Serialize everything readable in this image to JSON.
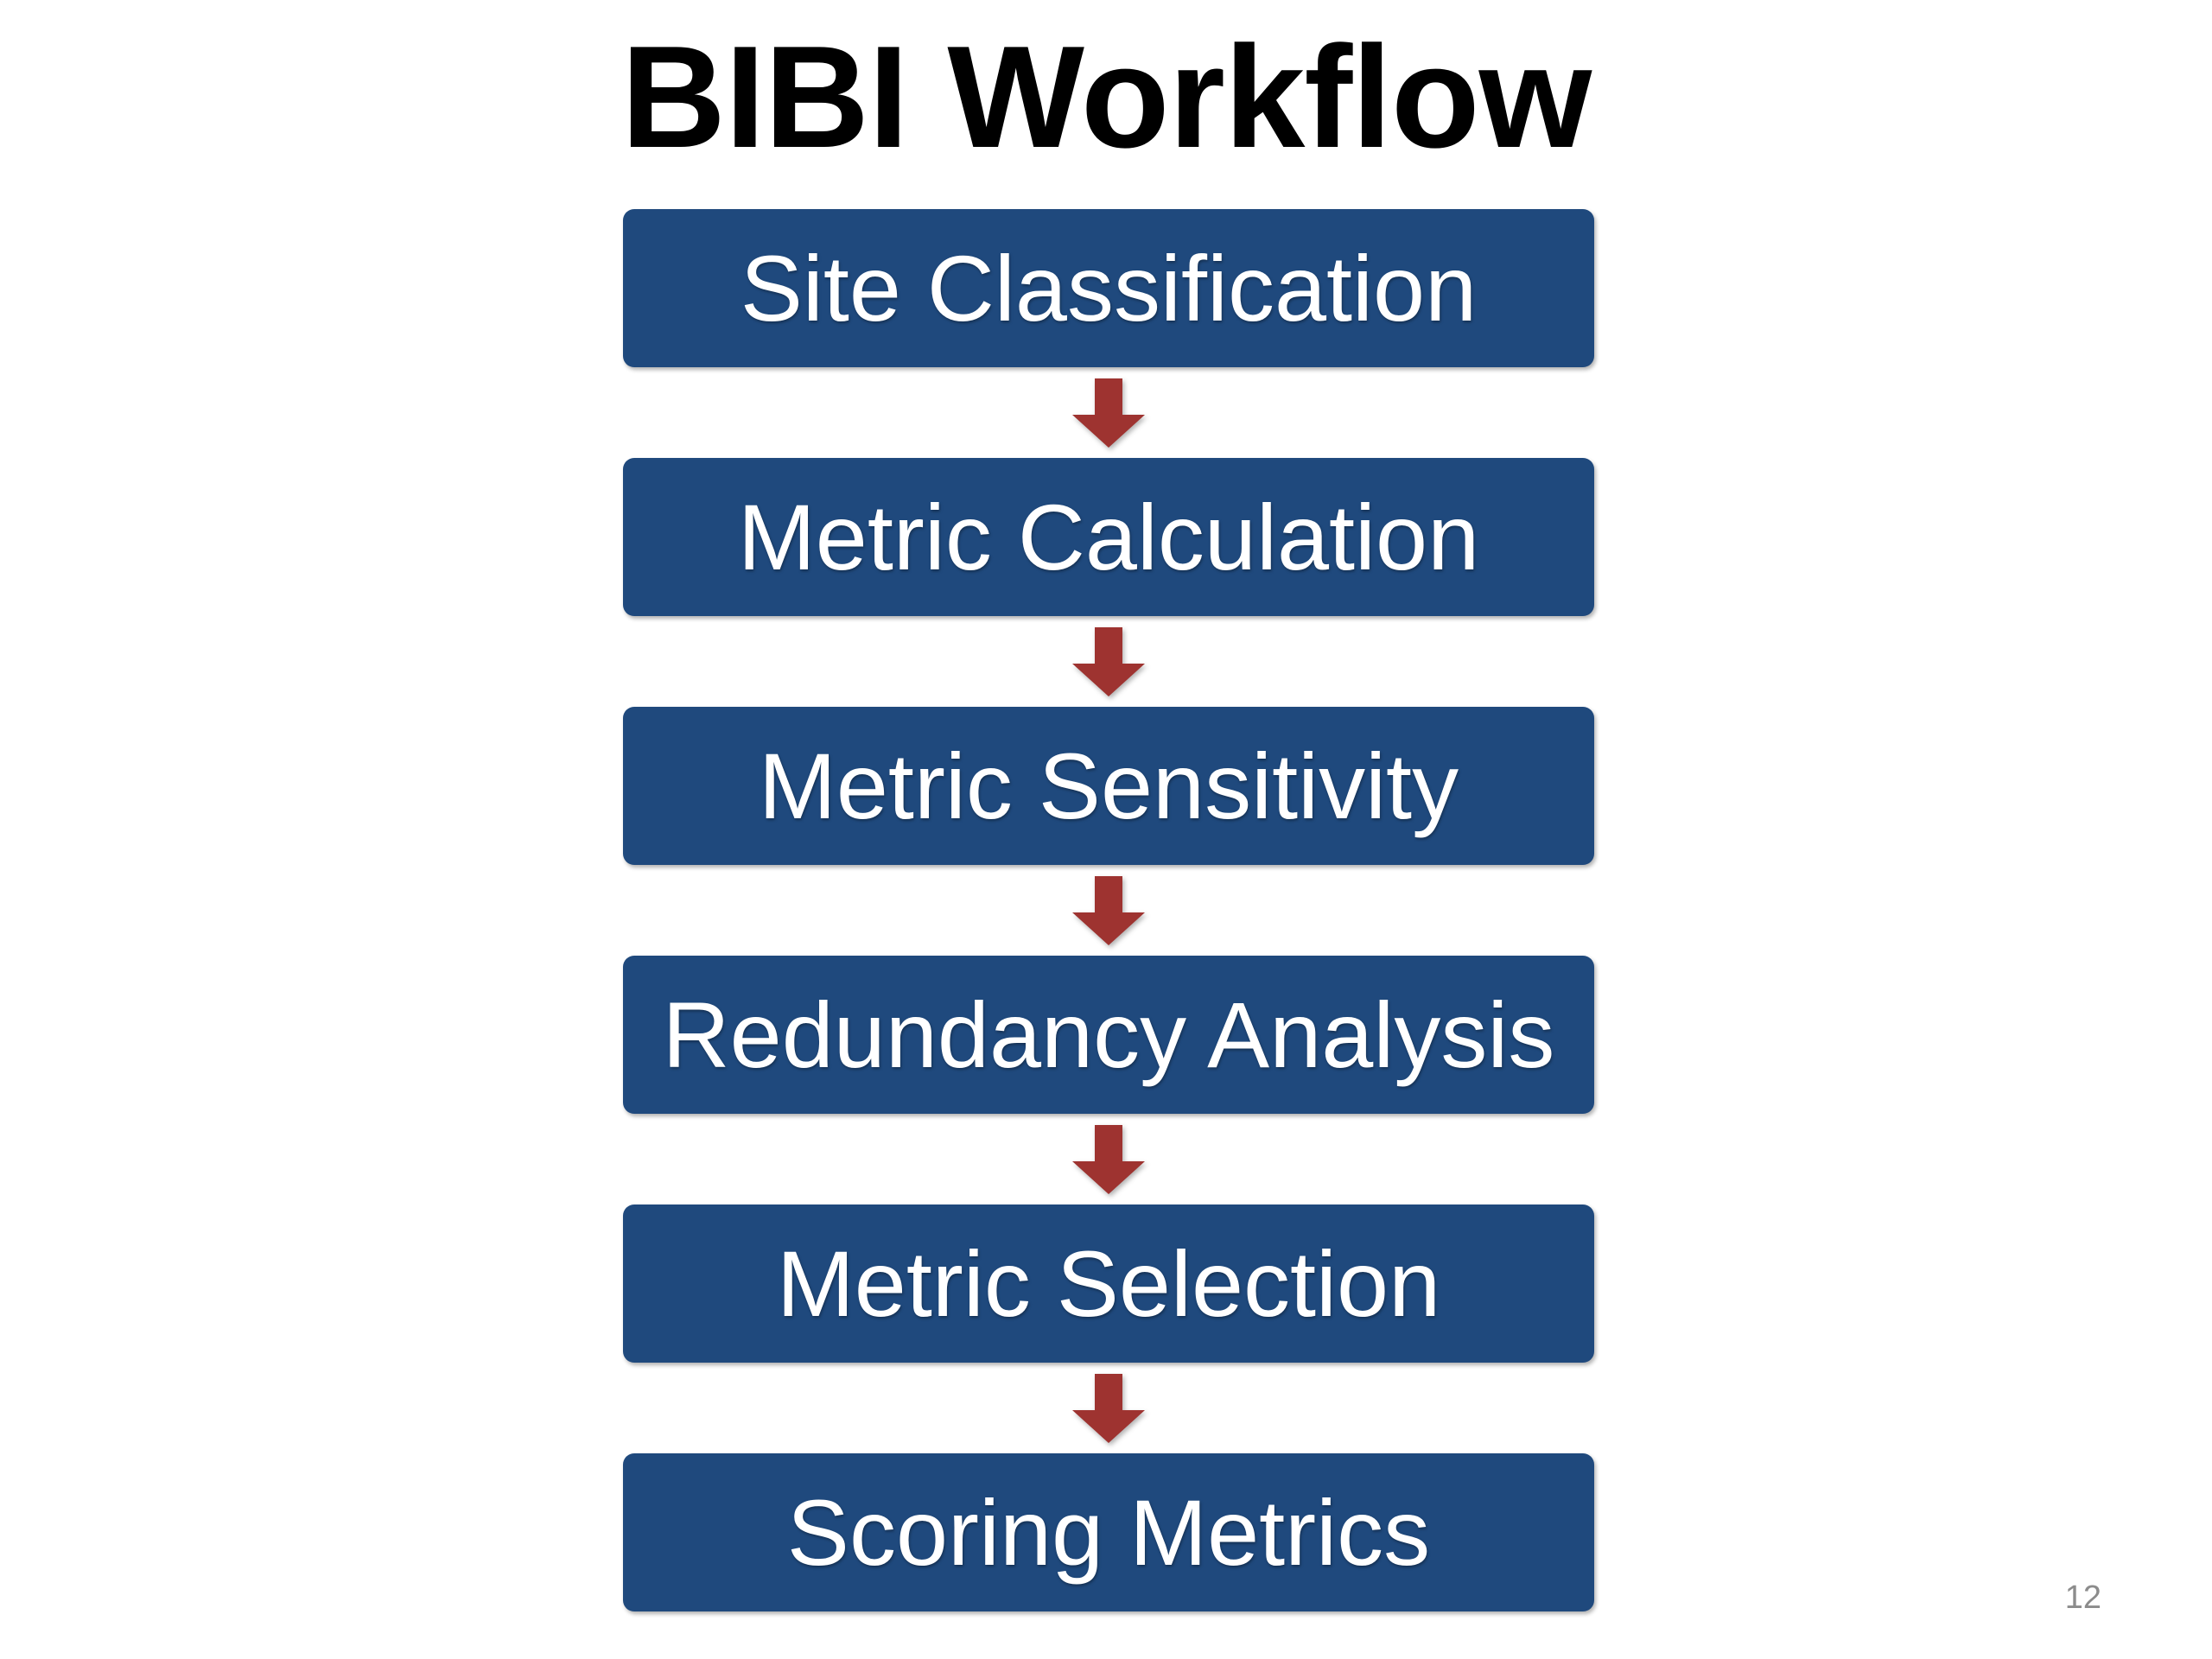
{
  "slide": {
    "title": "BIBI Workflow",
    "page_number": "12",
    "background_color": "#ffffff",
    "title_color": "#000000",
    "page_number_color": "#8c8c8c"
  },
  "theme": {
    "box_fill": "#1f497d",
    "box_text_color": "#ffffff",
    "arrow_fill": "#9e3330"
  },
  "flow": {
    "orientation": "vertical-top-to-bottom",
    "connector_icon": "down-arrow-icon",
    "steps": [
      {
        "index": 1,
        "label": "Site Classification"
      },
      {
        "index": 2,
        "label": "Metric Calculation"
      },
      {
        "index": 3,
        "label": "Metric Sensitivity"
      },
      {
        "index": 4,
        "label": "Redundancy Analysis"
      },
      {
        "index": 5,
        "label": "Metric Selection"
      },
      {
        "index": 6,
        "label": "Scoring Metrics"
      }
    ]
  }
}
